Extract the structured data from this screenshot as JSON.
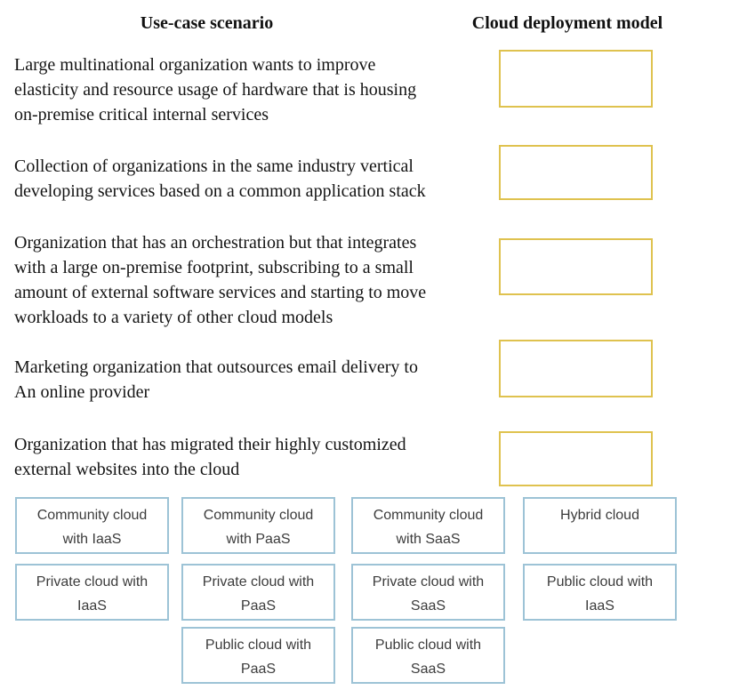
{
  "headers": {
    "usecase": "Use-case scenario",
    "model": "Cloud deployment model"
  },
  "scenarios": [
    {
      "text": "Large multinational organization wants to improve elasticity and resource usage of hardware that is housing on-premise critical internal services",
      "lines": [
        "Large multinational organization wants to improve",
        "elasticity and resource usage of hardware that is housing",
        "on-premise critical internal services"
      ]
    },
    {
      "text": "Collection of organizations in the same industry vertical developing services based on a common application stack",
      "lines": [
        "Collection of organizations in the same industry vertical",
        "developing services based on a common application stack"
      ]
    },
    {
      "text": "Organization that has an orchestration but that integrates with a large on-premise footprint, subscribing to a small amount of external software services and starting to move workloads to a variety of other cloud models",
      "lines": [
        "Organization that has an orchestration but that integrates",
        "with a large on-premise footprint, subscribing to a small",
        "amount of external software services and starting to move",
        "workloads to a variety of other cloud models"
      ]
    },
    {
      "text": "Marketing organization that outsources email delivery to An online provider",
      "lines": [
        "Marketing organization that outsources email delivery to",
        "An online provider"
      ]
    },
    {
      "text": "Organization that has migrated their highly customized external websites into the cloud",
      "lines": [
        "Organization that has migrated their highly customized",
        "external websites into the cloud"
      ]
    }
  ],
  "dropzones": [
    {
      "value": ""
    },
    {
      "value": ""
    },
    {
      "value": ""
    },
    {
      "value": ""
    },
    {
      "value": ""
    }
  ],
  "options": [
    {
      "label": "Community cloud with IaaS",
      "lines": [
        "Community cloud",
        "with IaaS"
      ]
    },
    {
      "label": "Community cloud with PaaS",
      "lines": [
        "Community cloud",
        "with PaaS"
      ]
    },
    {
      "label": "Community cloud with SaaS",
      "lines": [
        "Community cloud",
        "with SaaS"
      ]
    },
    {
      "label": "Hybrid cloud",
      "lines": [
        "Hybrid cloud"
      ]
    },
    {
      "label": "Private cloud with IaaS",
      "lines": [
        "Private cloud with",
        "IaaS"
      ]
    },
    {
      "label": "Private cloud with PaaS",
      "lines": [
        "Private cloud with",
        "PaaS"
      ]
    },
    {
      "label": "Private cloud with SaaS",
      "lines": [
        "Private cloud with",
        "SaaS"
      ]
    },
    {
      "label": "Public cloud with IaaS",
      "lines": [
        "Public cloud with",
        "IaaS"
      ]
    },
    {
      "label": "Public cloud with PaaS",
      "lines": [
        "Public cloud with",
        "PaaS"
      ]
    },
    {
      "label": "Public cloud with SaaS",
      "lines": [
        "Public cloud with",
        "SaaS"
      ]
    }
  ],
  "colors": {
    "dropzone_border": "#dfc24f",
    "option_border": "#9dc3d6",
    "option_text": "#3c3c3c",
    "body_text": "#141414",
    "background": "#ffffff"
  }
}
